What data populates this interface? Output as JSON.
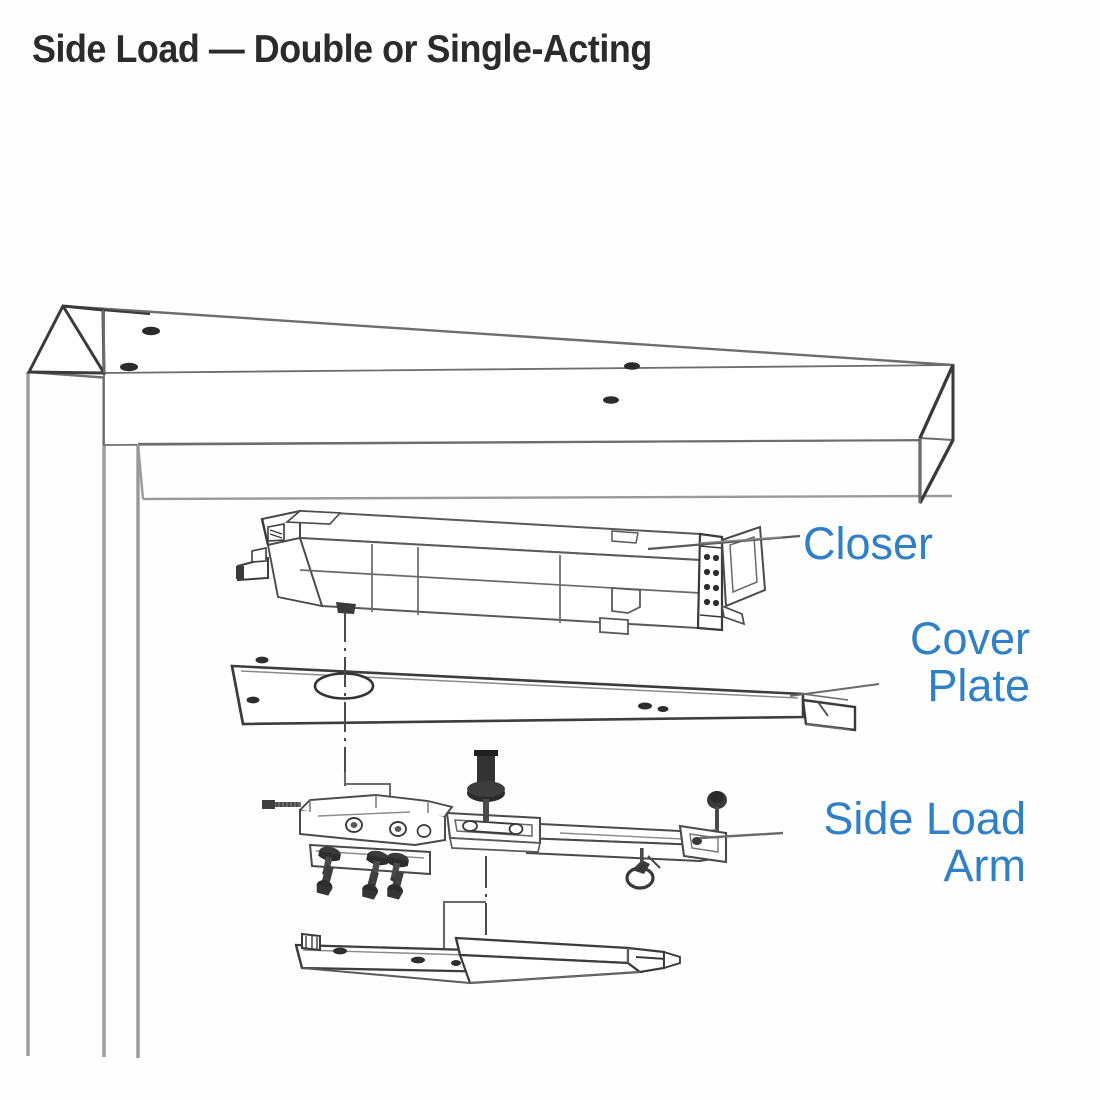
{
  "diagram": {
    "title": "Side Load — Double or Single-Acting",
    "title_color": "#2b2b2b",
    "label_color": "#2f80c6",
    "background_color": "#ffffff",
    "line_color": "#4a4a4a",
    "type": "exploded-assembly-drawing",
    "subject": "overhead concealed door closer installation",
    "labels": [
      {
        "id": "closer",
        "text": "Closer",
        "lines": [
          "Closer"
        ]
      },
      {
        "id": "cover-plate",
        "text": "Cover Plate",
        "lines": [
          "Cover",
          "Plate"
        ]
      },
      {
        "id": "side-load-arm",
        "text": "Side Load Arm",
        "lines": [
          "Side Load",
          "Arm"
        ]
      }
    ],
    "parts": [
      {
        "name": "door-frame-header",
        "description": "isometric hollow metal head frame with two mounting holes"
      },
      {
        "name": "door-frame-jamb",
        "description": "vertical hollow metal jamb at left"
      },
      {
        "name": "closer-body",
        "description": "concealed closer body with spindle and end bracket"
      },
      {
        "name": "cover-plate",
        "description": "flat cover plate with spindle hole and end tab"
      },
      {
        "name": "side-load-arm",
        "description": "side load arm assembly with mounting bracket, screws and roller"
      },
      {
        "name": "arm-track",
        "description": "channel track rail"
      }
    ]
  }
}
